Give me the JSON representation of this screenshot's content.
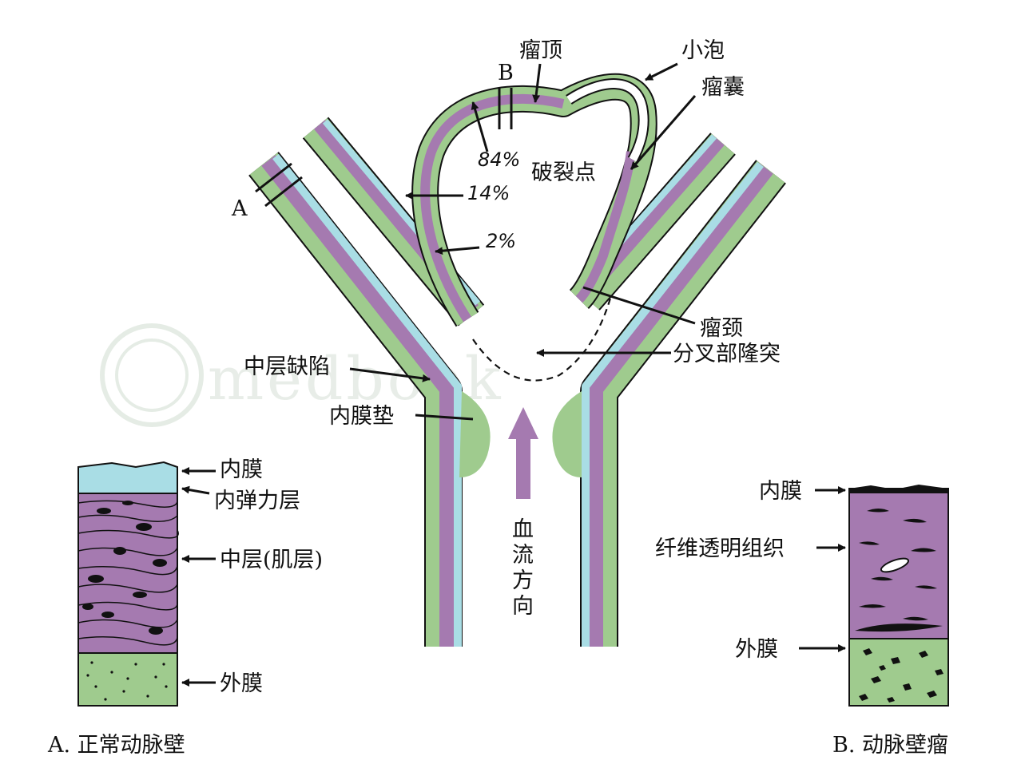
{
  "labels": {
    "aneurysm_top": "瘤顶",
    "bleb": "小泡",
    "aneurysm_sac": "瘤囊",
    "rupture_point": "破裂点",
    "pct_84": "84%",
    "pct_14": "14%",
    "pct_2": "2%",
    "section_a": "A",
    "section_b": "B",
    "neck": "瘤颈",
    "bifurcation_apex": "分叉部隆突",
    "medial_defect": "中层缺陷",
    "intimal_cushion": "内膜垫",
    "flow_chars": [
      "血",
      "流",
      "方",
      "向"
    ]
  },
  "left_panel": {
    "intima": "内膜",
    "internal_elastic": "内弹力层",
    "media": "中层(肌层)",
    "adventitia": "外膜",
    "caption": "A. 正常动脉壁"
  },
  "right_panel": {
    "intima": "内膜",
    "fibrohyaline": "纤维透明组织",
    "adventitia": "外膜",
    "caption": "B. 动脉壁瘤"
  },
  "watermark": "medbook",
  "colors": {
    "intima": "#a9dde5",
    "media": "#a57ab0",
    "adventitia": "#9fcb8e",
    "outline": "#111111"
  }
}
